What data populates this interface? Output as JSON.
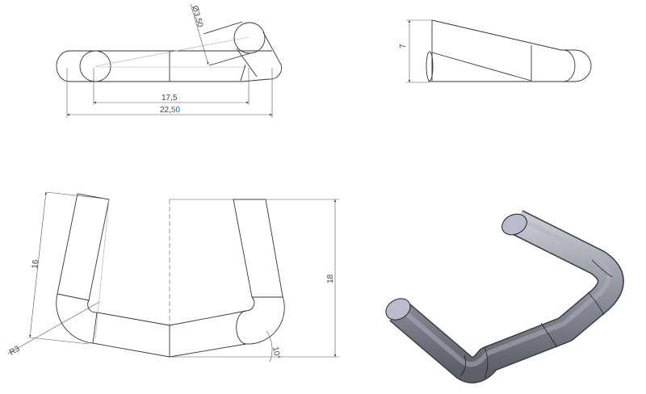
{
  "views": {
    "front": {
      "diameter_label": "Ø3,50",
      "dim_inner": "17,5",
      "dim_overall_prefix": "22,",
      "dim_overall_suffix": "50"
    },
    "side": {
      "dim_height": "7"
    },
    "top": {
      "dim_leg_length": "16",
      "dim_height": "18",
      "radius_label": "R3",
      "angle_label": "10°"
    },
    "isometric": {
      "tube_color": "#8e909c",
      "end_cap_color": "#b9bccb"
    }
  },
  "colors": {
    "line": "#333333",
    "dimension_accent": "#2a6db5"
  }
}
